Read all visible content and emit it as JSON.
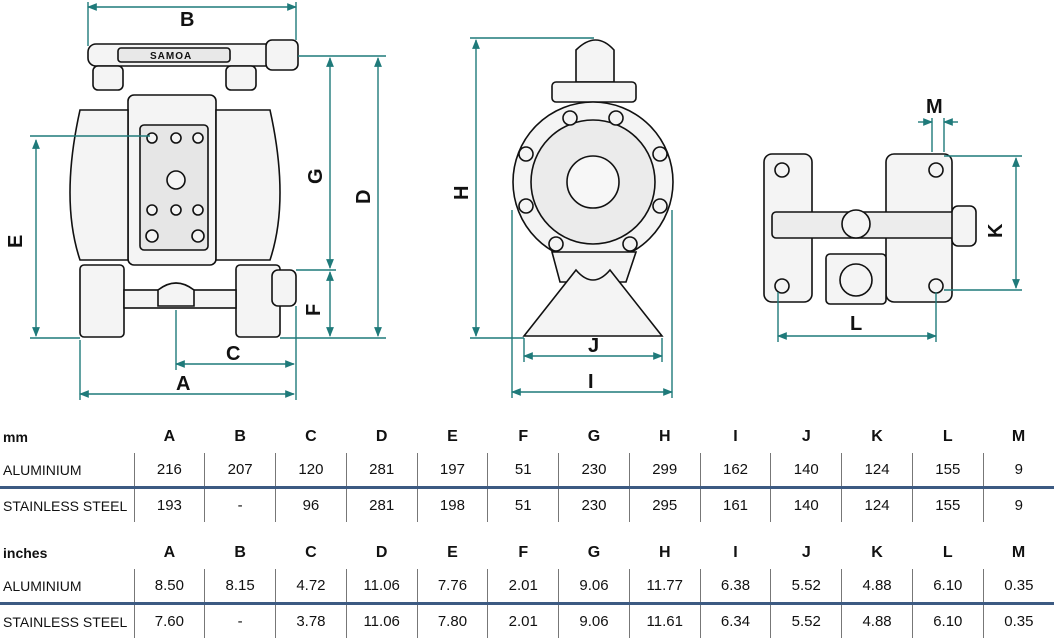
{
  "brand": "SAMOA",
  "dims": {
    "A": "A",
    "B": "B",
    "C": "C",
    "D": "D",
    "E": "E",
    "F": "F",
    "G": "G",
    "H": "H",
    "I": "I",
    "J": "J",
    "K": "K",
    "L": "L",
    "M": "M"
  },
  "colors": {
    "dimension": "#1f7a7a",
    "table_rule": "#3c5a82"
  },
  "tables": [
    {
      "unit": "mm",
      "columns": [
        "A",
        "B",
        "C",
        "D",
        "E",
        "F",
        "G",
        "H",
        "I",
        "J",
        "K",
        "L",
        "M"
      ],
      "rows": [
        {
          "material": "ALUMINIUM",
          "values": [
            "216",
            "207",
            "120",
            "281",
            "197",
            "51",
            "230",
            "299",
            "162",
            "140",
            "124",
            "155",
            "9"
          ]
        },
        {
          "material": "STAINLESS STEEL",
          "values": [
            "193",
            "-",
            "96",
            "281",
            "198",
            "51",
            "230",
            "295",
            "161",
            "140",
            "124",
            "155",
            "9"
          ]
        }
      ]
    },
    {
      "unit": "inches",
      "columns": [
        "A",
        "B",
        "C",
        "D",
        "E",
        "F",
        "G",
        "H",
        "I",
        "J",
        "K",
        "L",
        "M"
      ],
      "rows": [
        {
          "material": "ALUMINIUM",
          "values": [
            "8.50",
            "8.15",
            "4.72",
            "11.06",
            "7.76",
            "2.01",
            "9.06",
            "11.77",
            "6.38",
            "5.52",
            "4.88",
            "6.10",
            "0.35"
          ]
        },
        {
          "material": "STAINLESS STEEL",
          "values": [
            "7.60",
            "-",
            "3.78",
            "11.06",
            "7.80",
            "2.01",
            "9.06",
            "11.61",
            "6.34",
            "5.52",
            "4.88",
            "6.10",
            "0.35"
          ]
        }
      ]
    }
  ]
}
